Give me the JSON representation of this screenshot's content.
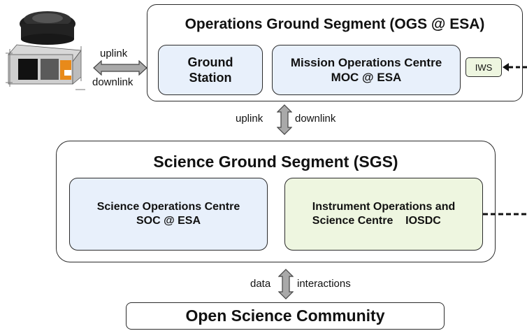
{
  "ogs": {
    "title": "Operations Ground Segment (OGS @ ESA)",
    "ground_station": [
      "Ground",
      "Station"
    ],
    "moc": [
      "Mission Operations Centre",
      "MOC @ ESA"
    ],
    "iws": "IWS"
  },
  "sat_link": {
    "up": "uplink",
    "down": "downlink"
  },
  "ogs_sgs_link": {
    "up": "uplink",
    "down": "downlink"
  },
  "sgs": {
    "title": "Science Ground Segment (SGS)",
    "soc": [
      "Science Operations Centre",
      "SOC @ ESA"
    ],
    "iosdc": [
      "Instrument Operations and",
      "Science Centre    IOSDC"
    ]
  },
  "community_link": {
    "left": "data",
    "right": "interactions"
  },
  "community": {
    "title": "Open Science Community"
  },
  "colors": {
    "ops_box_fill": "#e8f0fb",
    "science_box_fill": "#eef6e0",
    "arrow_fill": "#a9a9a9",
    "border": "#2b2b2b"
  }
}
